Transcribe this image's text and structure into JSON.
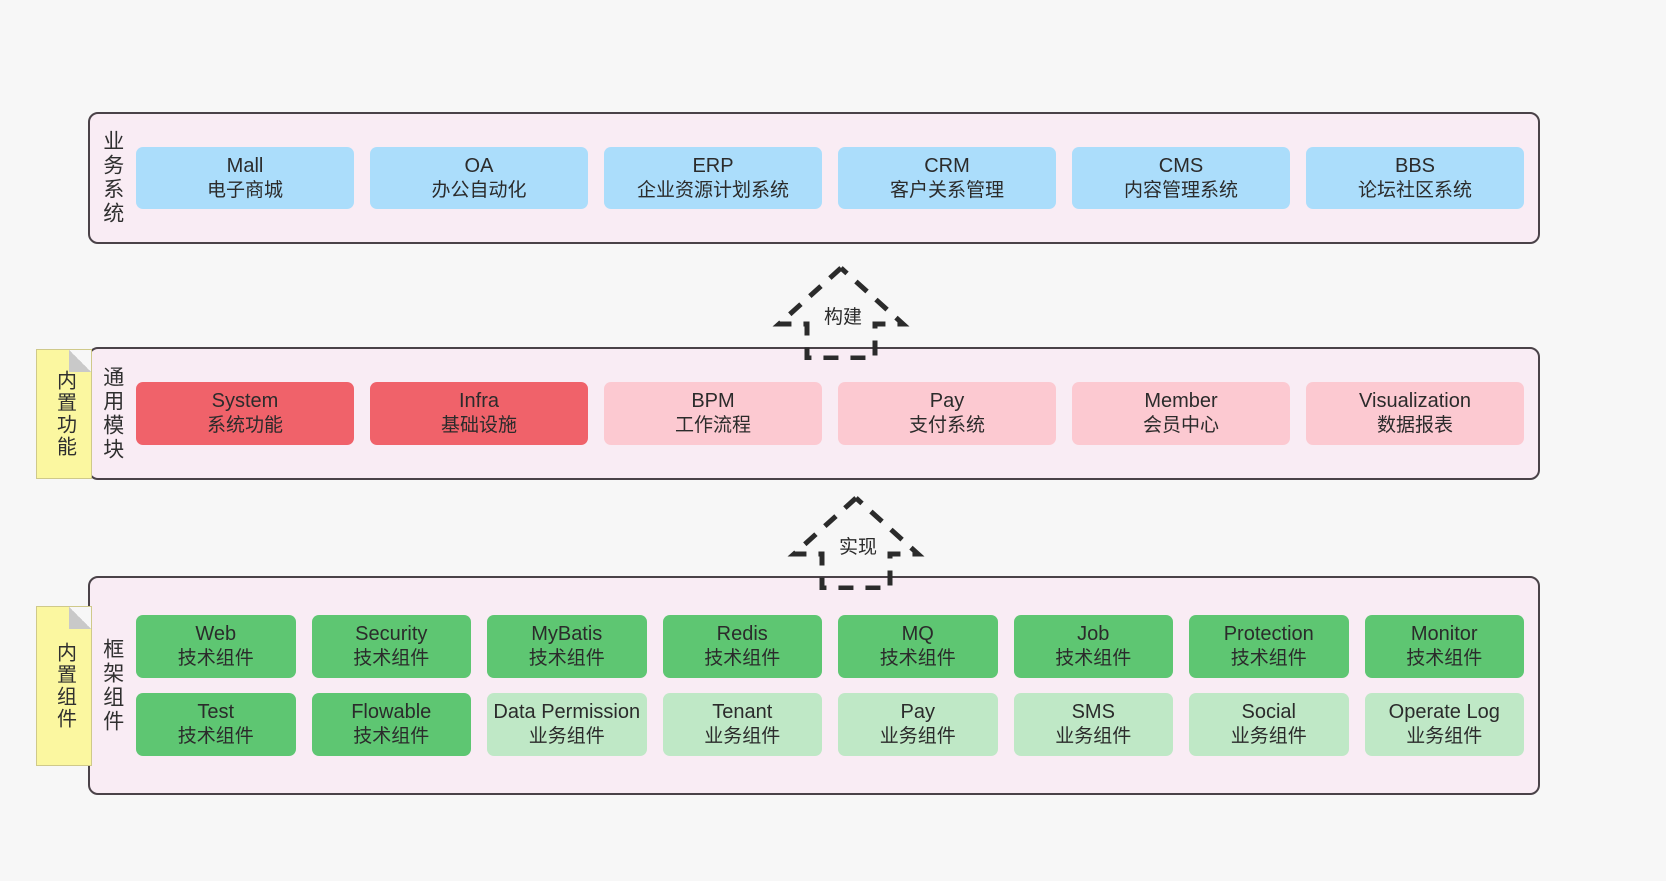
{
  "diagram": {
    "background_color": "#f7f7f7",
    "section_fill": "#f9ecf4",
    "section_border": "#4a4248",
    "sticky_color": "#fbf7a0"
  },
  "sections": [
    {
      "id": "business",
      "label": "业务系统",
      "card_color": "#abddfb",
      "rows": [
        [
          {
            "en": "Mall",
            "cn": "电子商城"
          },
          {
            "en": "OA",
            "cn": "办公自动化"
          },
          {
            "en": "ERP",
            "cn": "企业资源计划系统"
          },
          {
            "en": "CRM",
            "cn": "客户关系管理"
          },
          {
            "en": "CMS",
            "cn": "内容管理系统"
          },
          {
            "en": "BBS",
            "cn": "论坛社区系统"
          }
        ]
      ]
    },
    {
      "id": "modules",
      "label": "通用模块",
      "card_color": "#fcc9d1",
      "accent_color": "#f0626a",
      "rows": [
        [
          {
            "en": "System",
            "cn": "系统功能",
            "tone": "red"
          },
          {
            "en": "Infra",
            "cn": "基础设施",
            "tone": "red"
          },
          {
            "en": "BPM",
            "cn": "工作流程",
            "tone": "pink"
          },
          {
            "en": "Pay",
            "cn": "支付系统",
            "tone": "pink"
          },
          {
            "en": "Member",
            "cn": "会员中心",
            "tone": "pink"
          },
          {
            "en": "Visualization",
            "cn": "数据报表",
            "tone": "pink"
          }
        ]
      ]
    },
    {
      "id": "framework",
      "label": "框架组件",
      "card_color": "#5ec672",
      "accent_color": "#bfe8c6",
      "rows": [
        [
          {
            "en": "Web",
            "cn": "技术组件",
            "tone": "green"
          },
          {
            "en": "Security",
            "cn": "技术组件",
            "tone": "green"
          },
          {
            "en": "MyBatis",
            "cn": "技术组件",
            "tone": "green"
          },
          {
            "en": "Redis",
            "cn": "技术组件",
            "tone": "green"
          },
          {
            "en": "MQ",
            "cn": "技术组件",
            "tone": "green"
          },
          {
            "en": "Job",
            "cn": "技术组件",
            "tone": "green"
          },
          {
            "en": "Protection",
            "cn": "技术组件",
            "tone": "green"
          },
          {
            "en": "Monitor",
            "cn": "技术组件",
            "tone": "green"
          }
        ],
        [
          {
            "en": "Test",
            "cn": "技术组件",
            "tone": "green"
          },
          {
            "en": "Flowable",
            "cn": "技术组件",
            "tone": "green"
          },
          {
            "en": "Data Permission",
            "cn": "业务组件",
            "tone": "lightgreen"
          },
          {
            "en": "Tenant",
            "cn": "业务组件",
            "tone": "lightgreen"
          },
          {
            "en": "Pay",
            "cn": "业务组件",
            "tone": "lightgreen"
          },
          {
            "en": "SMS",
            "cn": "业务组件",
            "tone": "lightgreen"
          },
          {
            "en": "Social",
            "cn": "业务组件",
            "tone": "lightgreen"
          },
          {
            "en": "Operate Log",
            "cn": "业务组件",
            "tone": "lightgreen"
          }
        ]
      ]
    }
  ],
  "sticky_notes": [
    {
      "id": "modules",
      "label": "内置功能"
    },
    {
      "id": "framework",
      "label": "内置组件"
    }
  ],
  "arrows": [
    {
      "id": "build",
      "label": "构建",
      "direction": "up",
      "style": "dashed-hollow"
    },
    {
      "id": "realize",
      "label": "实现",
      "direction": "up",
      "style": "dashed-hollow"
    }
  ]
}
